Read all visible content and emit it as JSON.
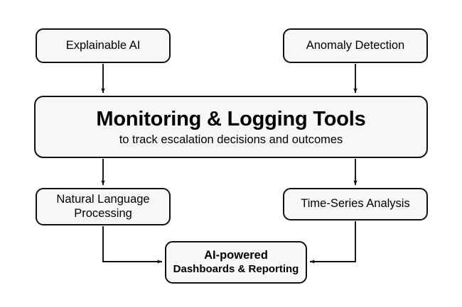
{
  "diagram": {
    "title": "Monitoring & Logging Tools flow diagram",
    "colors": {
      "node_fill": "#f7f7f7",
      "node_border": "#111111",
      "connector": "#111111",
      "text": "#000000",
      "background": "#ffffff"
    },
    "nodes": {
      "explainable_ai": {
        "label": "Explainable AI"
      },
      "anomaly_detection": {
        "label": "Anomaly Detection"
      },
      "monitoring_logging_tools": {
        "title": "Monitoring & Logging Tools",
        "subtitle": "to track escalation decisions and outcomes"
      },
      "natural_language_processing": {
        "label": "Natural Language Processing"
      },
      "time_series_analysis": {
        "label": "Time-Series Analysis"
      },
      "ai_powered_dashboards": {
        "title": "AI-powered",
        "subtitle": "Dashboards & Reporting"
      }
    },
    "connectors": [
      {
        "name": "explainable-ai-to-monitoring",
        "from": "explainable_ai",
        "to": "monitoring_logging_tools",
        "style": "straight-down-arrow"
      },
      {
        "name": "anomaly-detection-to-monitoring",
        "from": "anomaly_detection",
        "to": "monitoring_logging_tools",
        "style": "straight-down-arrow"
      },
      {
        "name": "monitoring-to-natural-language-processing",
        "from": "monitoring_logging_tools",
        "to": "natural_language_processing",
        "style": "straight-down-arrow"
      },
      {
        "name": "monitoring-to-time-series-analysis",
        "from": "monitoring_logging_tools",
        "to": "time_series_analysis",
        "style": "straight-down-arrow"
      },
      {
        "name": "natural-language-processing-to-dashboards",
        "from": "natural_language_processing",
        "to": "ai_powered_dashboards",
        "style": "elbow-down-right-arrow"
      },
      {
        "name": "time-series-analysis-to-dashboards",
        "from": "time_series_analysis",
        "to": "ai_powered_dashboards",
        "style": "elbow-down-left-arrow"
      }
    ]
  }
}
